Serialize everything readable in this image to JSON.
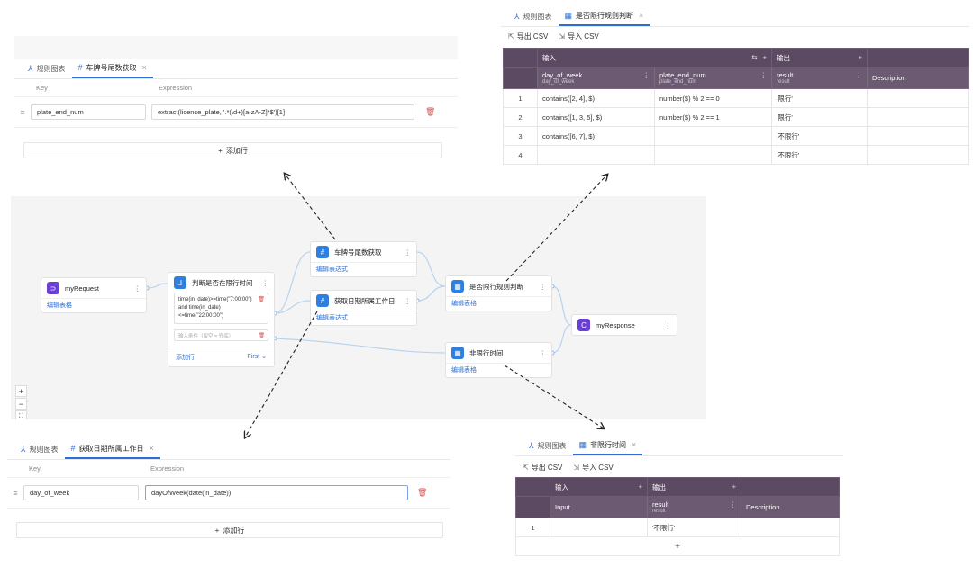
{
  "tab_rules": "规则图表",
  "panel_plate": {
    "tab_active": "车牌号尾数获取",
    "col_key": "Key",
    "col_expression": "Expression",
    "key_value": "plate_end_num",
    "expression_value": "extract(licence_plate, '.*(\\d+)[a-zA-Z]*$')[1]",
    "add_row": "添加行"
  },
  "panel_weekday": {
    "tab_active": "获取日期所属工作日",
    "col_key": "Key",
    "col_expression": "Expression",
    "key_value": "day_of_week",
    "expression_value": "dayOfWeek(date(in_date))",
    "add_row": "添加行"
  },
  "table_limit": {
    "tab_active": "是否限行规则判断",
    "export_csv": "导出 CSV",
    "import_csv": "导入 CSV",
    "group_input": "输入",
    "group_output": "输出",
    "columns": [
      {
        "title": "day_of_week",
        "sub": "day_of_week"
      },
      {
        "title": "plate_end_num",
        "sub": "plate_end_num"
      },
      {
        "title": "result",
        "sub": "result"
      },
      {
        "title": "Description",
        "sub": ""
      }
    ],
    "rows": [
      {
        "num": "1",
        "c1": "contains([2,  4], $)",
        "c2": "number($) % 2 == 0",
        "c3": "'限行'",
        "c4": ""
      },
      {
        "num": "2",
        "c1": "contains([1, 3, 5], $)",
        "c2": "number($) % 2 == 1",
        "c3": "'限行'",
        "c4": ""
      },
      {
        "num": "3",
        "c1": "contains([6, 7], $)",
        "c2": "",
        "c3": "'不限行'",
        "c4": ""
      },
      {
        "num": "4",
        "c1": "",
        "c2": "",
        "c3": "'不限行'",
        "c4": ""
      }
    ]
  },
  "table_nolimit": {
    "tab_active": "非限行时间",
    "export_csv": "导出 CSV",
    "import_csv": "导入 CSV",
    "group_input": "输入",
    "group_output": "输出",
    "columns": [
      {
        "title": "Input",
        "sub": ""
      },
      {
        "title": "result",
        "sub": "result"
      },
      {
        "title": "Description",
        "sub": ""
      }
    ],
    "rows": [
      {
        "num": "1",
        "c1": "",
        "c2": "'不限行'",
        "c3": ""
      }
    ]
  },
  "canvas": {
    "node_request": {
      "title": "myRequest",
      "link": "编辑表格"
    },
    "node_switch": {
      "title": "判断是否在限行时间",
      "cond1": "time(in_date)>=time(\"7:00:00\") and time(in_date) <=time(\"22:00:00\")",
      "cond2_placeholder": "输入条件（留空 = 兜底）",
      "add_row": "添加行",
      "first": "First"
    },
    "node_plate": {
      "title": "车牌号尾数获取",
      "link": "编辑表达式"
    },
    "node_weekday": {
      "title": "获取日期所属工作日",
      "link": "编辑表达式"
    },
    "node_limit": {
      "title": "是否限行规则判断",
      "link": "编辑表格"
    },
    "node_nolimit": {
      "title": "非限行时间",
      "link": "编辑表格"
    },
    "node_response": {
      "title": "myResponse"
    }
  },
  "colors": {
    "accent": "#2b6fd6",
    "header": "#5b4a61",
    "delete": "#e04b4b",
    "icon_purple": "#6a3fd6"
  }
}
